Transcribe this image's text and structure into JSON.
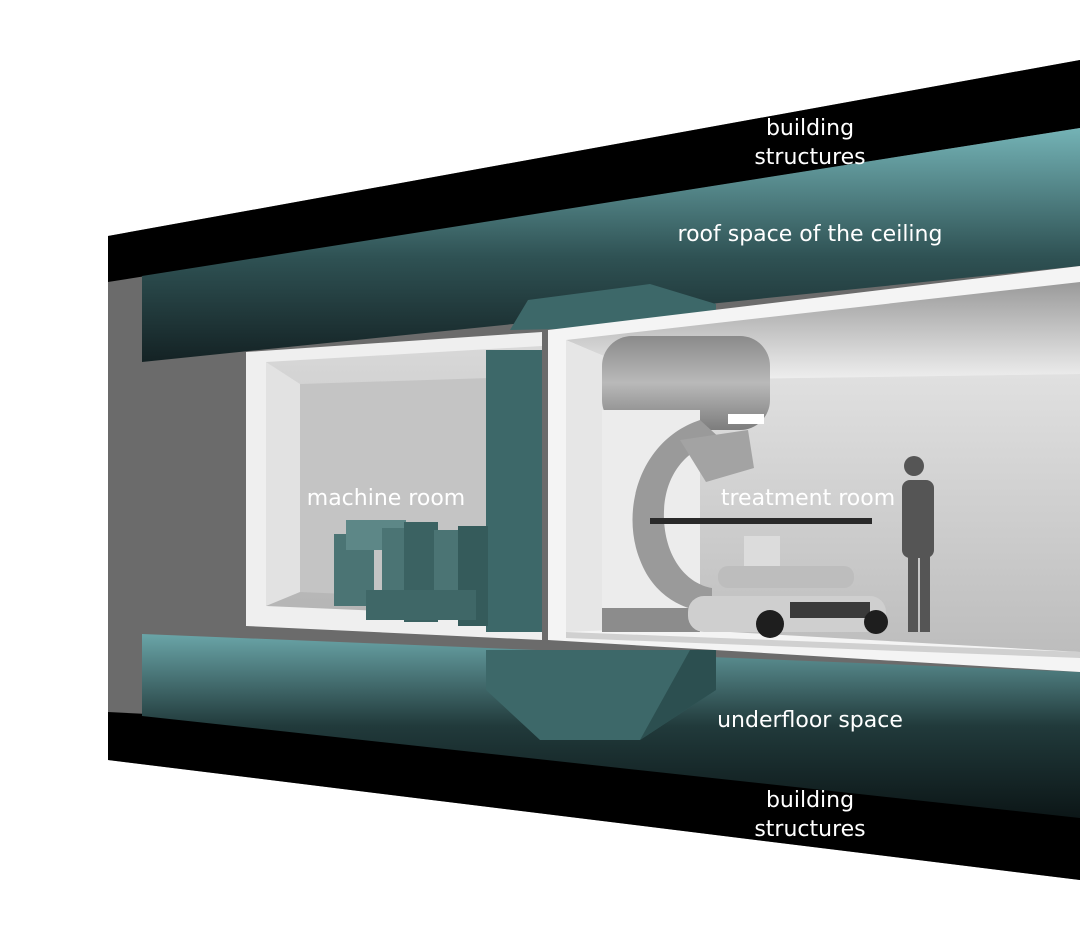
{
  "labels": {
    "building_structures_top": [
      "building",
      "structures"
    ],
    "roof_space": "roof space of the ceiling",
    "machine_room": "machine room",
    "treatment_room": "treatment room",
    "underfloor_space": "underfloor space",
    "building_structures_bottom": [
      "building",
      "structures"
    ]
  },
  "colors": {
    "slab": "#000000",
    "teal_accent": "#5b8f92",
    "wall": "#6b6b6b",
    "room_interior": "#c9c9c9",
    "shield_block": "#3d6869"
  }
}
